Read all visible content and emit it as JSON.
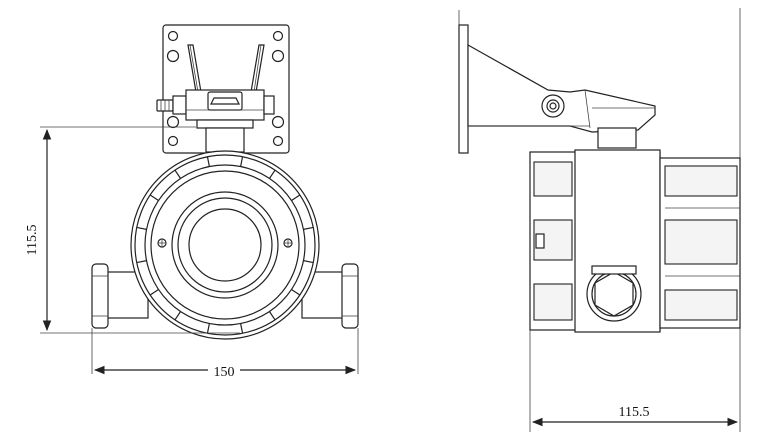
{
  "dimensions": {
    "front_height": "115.5",
    "front_width": "150",
    "side_depth": "115.5"
  }
}
